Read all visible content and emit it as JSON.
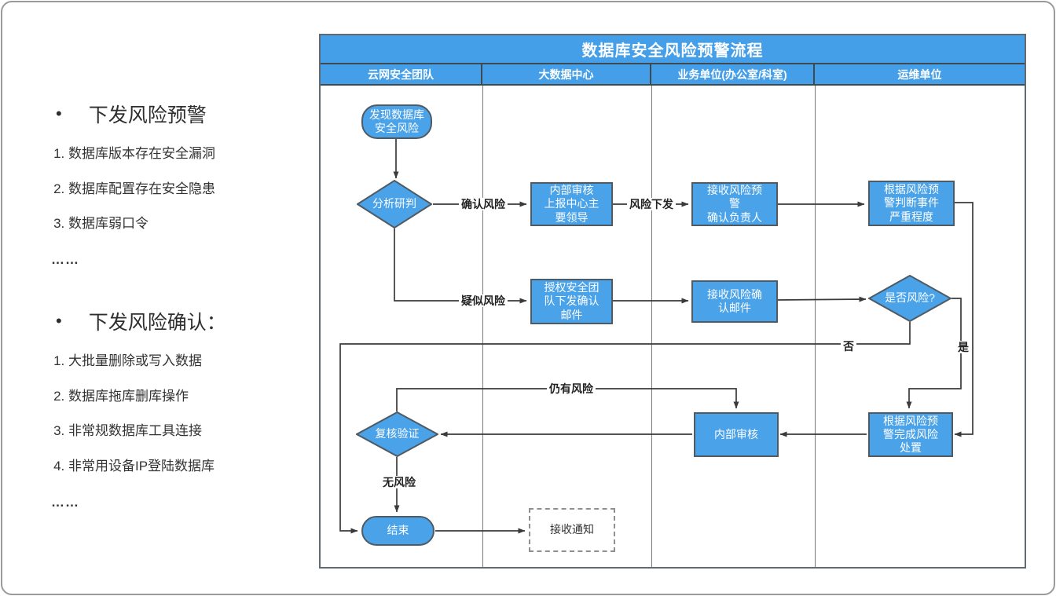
{
  "left_panel": {
    "sections": [
      {
        "heading": "下发风险预警",
        "items": [
          "数据库版本存在安全漏洞",
          "数据库配置存在安全隐患",
          "数据库弱口令"
        ],
        "ellipsis": "……"
      },
      {
        "heading": "下发风险确认：",
        "items": [
          "大批量删除或写入数据",
          "数据库拖库删库操作",
          "非常规数据库工具连接",
          "非常用设备IP登陆数据库"
        ],
        "ellipsis": "……"
      }
    ]
  },
  "flowchart": {
    "title": "数据库安全风险预警流程",
    "lanes": [
      "云网安全团队",
      "大数据中心",
      "业务单位(办公室/科室)",
      "运维单位"
    ],
    "nodes": {
      "start": "发现数据库\n安全风险",
      "analyze": "分析研判",
      "internal_review_report": "内部审核\n上报中心主\n要领导",
      "receive_warning": "接收风险预\n警\n确认负责人",
      "judge_severity": "根据风险预\n警判断事件\n严重程度",
      "authorize_email": "授权安全团\n队下发确认\n邮件",
      "receive_confirm_email": "接收风险确\n认邮件",
      "is_risk": "是否风险?",
      "complete_disposal": "根据风险预\n警完成风险\n处置",
      "internal_review": "内部审核",
      "recheck": "复核验证",
      "end": "结束",
      "receive_notice": "接收通知"
    },
    "edge_labels": {
      "confirm_risk": "确认风险",
      "dispatch_risk": "风险下发",
      "suspected_risk": "疑似风险",
      "yes": "是",
      "no": "否",
      "still_risk": "仍有风险",
      "no_risk": "无风险"
    },
    "colors": {
      "header_bg": "#459FE8",
      "node_fill": "#4AA2E9",
      "node_border": "#4F5A63",
      "connector": "#3A3A3A",
      "lane_line": "#7B7B7B",
      "frame": "#5F6A72",
      "node_text": "#FFFFFF",
      "label_text": "#222222"
    }
  }
}
